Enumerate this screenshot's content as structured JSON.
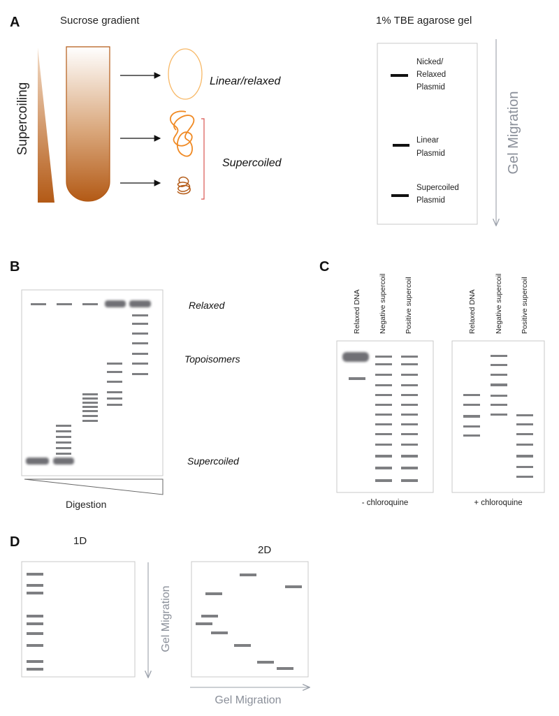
{
  "colors": {
    "brown": "#b35a16",
    "orange": "#f08a24",
    "light_orange": "#f7b866",
    "band": "#7e7f82",
    "axis_gray": "#9aa0aa",
    "red_bracket": "#d9534f"
  },
  "panel_a": {
    "letter": "A",
    "gradient_title": "Sucrose gradient",
    "supercoiling_label": "Supercoiling",
    "linear_label": "Linear/relaxed",
    "supercoiled_label": "Supercoiled",
    "gel_title": "1% TBE agarose gel",
    "gel_bands": [
      {
        "lines": [
          "Nicked/",
          "Relaxed",
          "Plasmid"
        ]
      },
      {
        "lines": [
          "Linear",
          "Plasmid"
        ]
      },
      {
        "lines": [
          "Supercoiled",
          "Plasmid"
        ]
      }
    ],
    "gel_migration": "Gel Migration"
  },
  "panel_b": {
    "letter": "B",
    "relaxed": "Relaxed",
    "topoisomers": "Topoisomers",
    "supercoiled": "Supercoiled",
    "digestion": "Digestion"
  },
  "panel_c": {
    "letter": "C",
    "lane_labels": [
      "Relaxed DNA",
      "Negative supercoil",
      "Positive supercoil"
    ],
    "minus_chloroquine": "- chloroquine",
    "plus_chloroquine": "+ chloroquine"
  },
  "panel_d": {
    "letter": "D",
    "oned": "1D",
    "twod": "2D",
    "vertical_migration": "Gel Migration",
    "horizontal_migration": "Gel Migration"
  }
}
